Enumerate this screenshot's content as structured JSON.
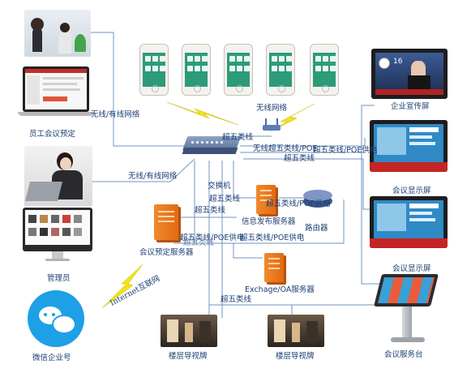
{
  "labels": {
    "employee_booking": "员工会议预定",
    "admin": "管理员",
    "wechat": "微信企业号",
    "wireless_network": "无线网络",
    "switch": "交换机",
    "router": "路由器",
    "booking_server": "会议预定服务器",
    "info_publish_server": "信息发布服务器",
    "exchange_server": "Exchage/OA服务器",
    "corporate_screen": "企业宣传屏",
    "meeting_display_1": "会议显示屏",
    "meeting_display_2": "会议显示屏",
    "meeting_service_desk": "会议服务台",
    "floor_sign_1": "楼层导视牌",
    "floor_sign_2": "楼层导视牌"
  },
  "links": {
    "wireless_wired_1": "无线/有线网络",
    "wireless_wired_2": "无线/有线网络",
    "cat5_top": "超五类线",
    "wireless_poe": "无线超五类线/POE",
    "cat5_poe_right": "超五类线/POE供电",
    "cat5_right_2": "超五类线",
    "cat5_a": "超五类线",
    "cat5_b": "超五类线",
    "cat5_poe_router": "超五类线/POE供电",
    "cat5_poe_mid_1": "超五类线/POE供电",
    "cat5_poe_mid_2": "超五类线/POE供电",
    "cat5_overlap": "超五类线",
    "cat5_bottom": "超五类线",
    "internet": "Internet互联网"
  },
  "corporate_screen_number": "16",
  "colors": {
    "line": "#6f93c6",
    "text": "#1c3f73",
    "server": "#ec7a1c",
    "wechat": "#1ea0e6",
    "bolt": "#f3e21b"
  }
}
